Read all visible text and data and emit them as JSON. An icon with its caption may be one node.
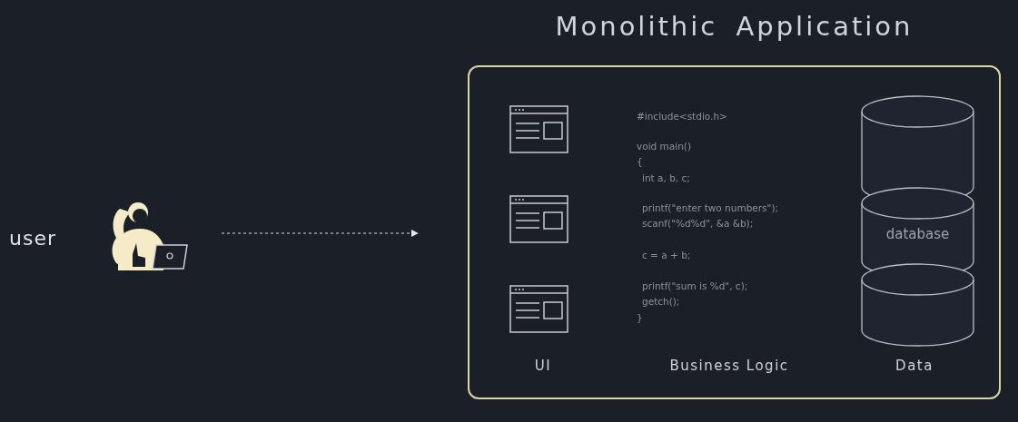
{
  "diagram": {
    "nodes": [
      {
        "text": [],
        "shape": "person",
        "beside": [
          "user"
        ]
      },
      {
        "text": [
          "Monolithic Application"
        ]
      },
      {
        "text": [
          "database"
        ],
        "in": 1
      }
    ],
    "edges": [
      {
        "from": 0,
        "to": 1,
        "arrow": "to",
        "style": "dashed"
      }
    ],
    "labels": [
      "#include<stdio.h>",
      "void main()",
      "{",
      "int a, b, c;",
      "printf(\"enter two numbers\");",
      "scanf(\"%d%d\", &a &b);",
      "c = a + b;",
      "printf(\"sum is %d\", c);",
      "getch();",
      "}",
      "UI",
      "Business Logic",
      "Data"
    ]
  }
}
